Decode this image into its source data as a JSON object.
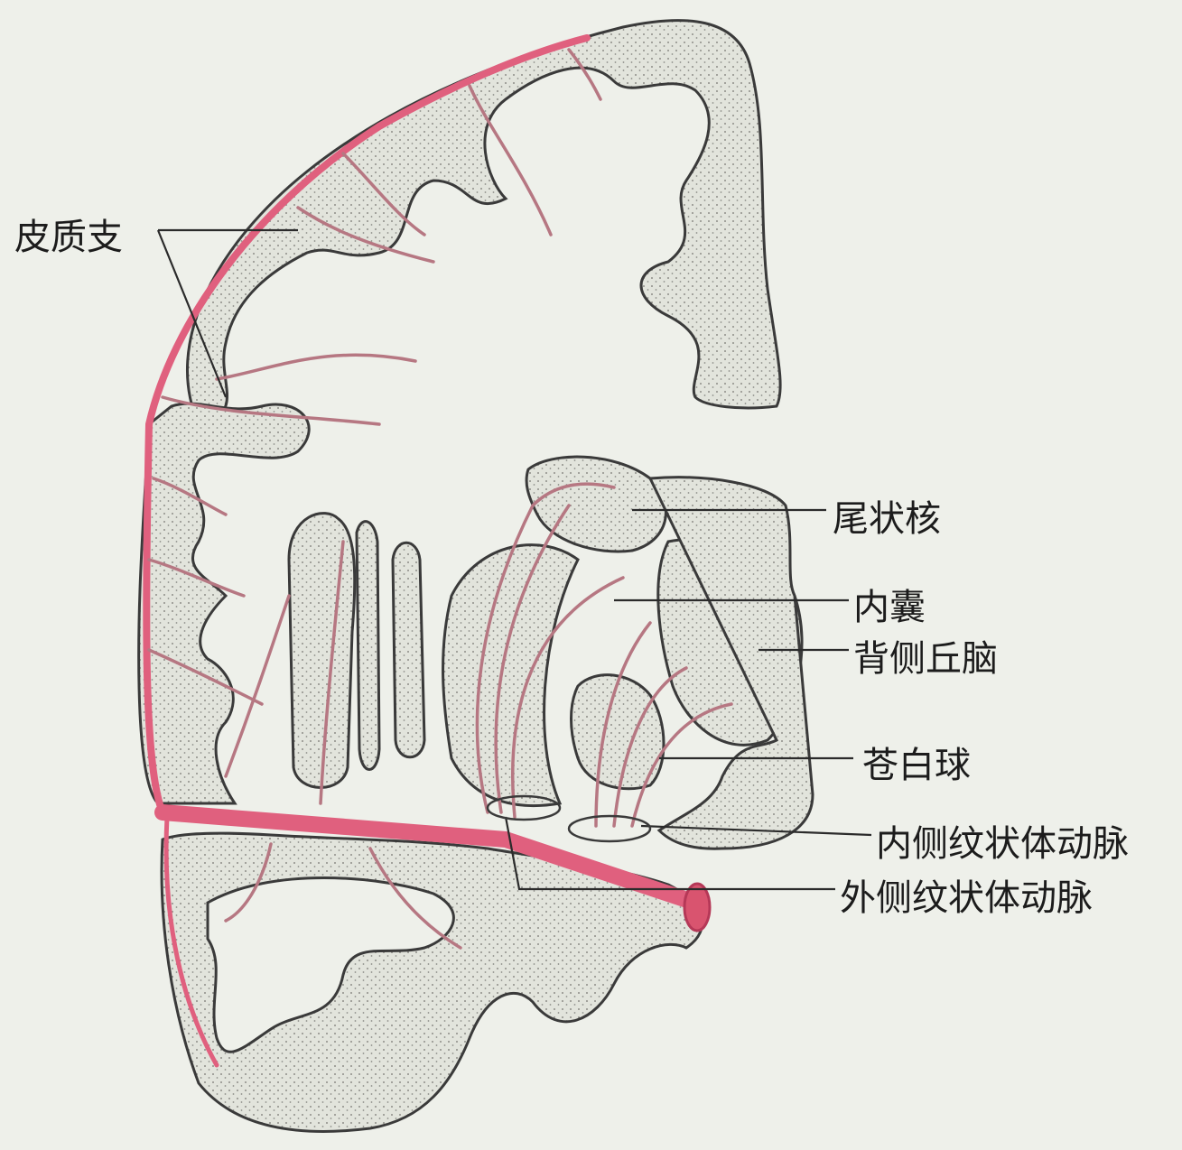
{
  "labels": {
    "cortical_branches": "皮质支",
    "caudate_nucleus": "尾状核",
    "internal_capsule": "内囊",
    "dorsal_thalamus": "背侧丘脑",
    "globus_pallidus": "苍白球",
    "medial_striate_arteries": "内侧纹状体动脉",
    "lateral_striate_arteries": "外侧纹状体动脉"
  },
  "colors": {
    "background": "#eef0ea",
    "artery": "#e0607e",
    "branch": "#b67782",
    "outline": "#3a3a3a"
  }
}
